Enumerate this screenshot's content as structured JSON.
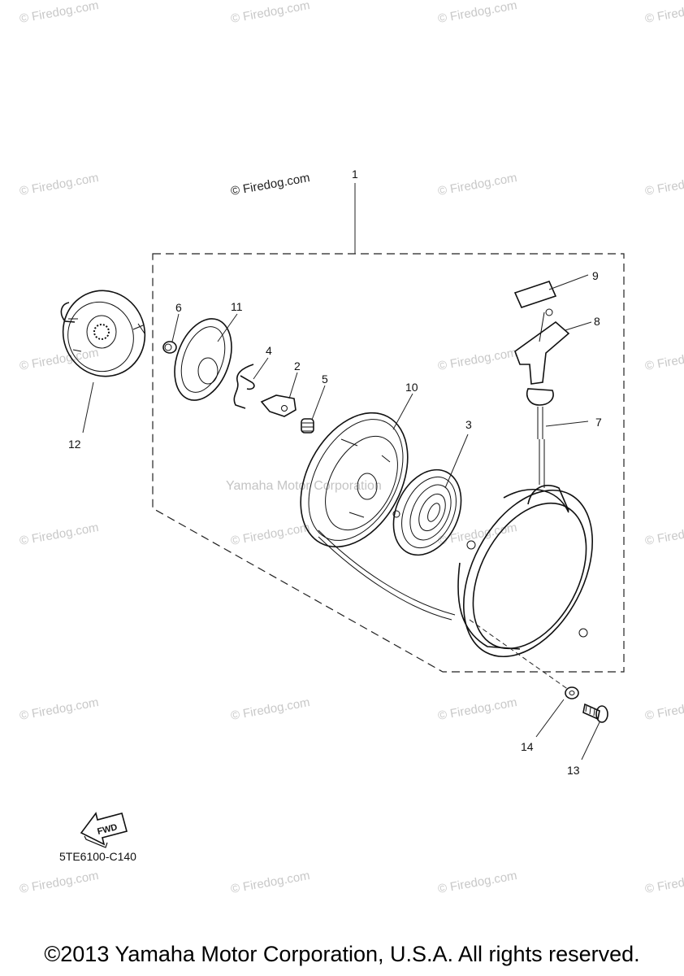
{
  "watermark": "© Firedog.com",
  "center_watermark": "Yamaha Motor Corporation",
  "callouts": {
    "c1": "1",
    "c2": "2",
    "c3": "3",
    "c4": "4",
    "c5": "5",
    "c6": "6",
    "c7": "7",
    "c8": "8",
    "c9": "9",
    "c10": "10",
    "c11": "11",
    "c12": "12",
    "c13": "13",
    "c14": "14"
  },
  "fwd_label": "FWD",
  "part_code": "5TE6100-C140",
  "copyright": "©2013 Yamaha Motor Corporation, U.S.A. All rights reserved."
}
